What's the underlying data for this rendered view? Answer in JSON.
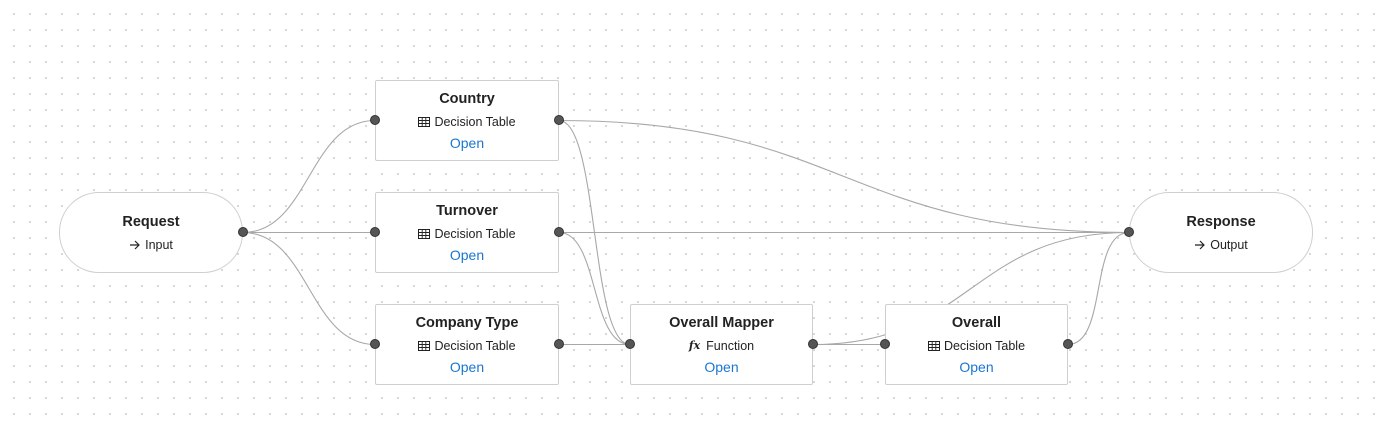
{
  "graph": {
    "nodes": [
      {
        "id": "request",
        "title": "Request",
        "kind": "Input",
        "kind_icon": "arrow-right-icon",
        "shape": "pill"
      },
      {
        "id": "country",
        "title": "Country",
        "kind": "Decision Table",
        "kind_icon": "table-icon",
        "action": "Open"
      },
      {
        "id": "turnover",
        "title": "Turnover",
        "kind": "Decision Table",
        "kind_icon": "table-icon",
        "action": "Open"
      },
      {
        "id": "company-type",
        "title": "Company Type",
        "kind": "Decision Table",
        "kind_icon": "table-icon",
        "action": "Open"
      },
      {
        "id": "overall-mapper",
        "title": "Overall Mapper",
        "kind": "Function",
        "kind_icon": "fx-icon",
        "action": "Open"
      },
      {
        "id": "overall",
        "title": "Overall",
        "kind": "Decision Table",
        "kind_icon": "table-icon",
        "action": "Open"
      },
      {
        "id": "response",
        "title": "Response",
        "kind": "Output",
        "kind_icon": "arrow-right-icon",
        "shape": "pill"
      }
    ],
    "edges": [
      {
        "from": "request",
        "to": "country"
      },
      {
        "from": "request",
        "to": "turnover"
      },
      {
        "from": "request",
        "to": "company-type"
      },
      {
        "from": "country",
        "to": "response"
      },
      {
        "from": "turnover",
        "to": "response"
      },
      {
        "from": "country",
        "to": "overall-mapper"
      },
      {
        "from": "turnover",
        "to": "overall-mapper"
      },
      {
        "from": "company-type",
        "to": "overall-mapper"
      },
      {
        "from": "overall-mapper",
        "to": "overall"
      },
      {
        "from": "overall-mapper",
        "to": "response"
      },
      {
        "from": "overall",
        "to": "response"
      }
    ],
    "colors": {
      "edge": "#a8a8a8",
      "link": "#1a76d2",
      "handle": "#555555",
      "border": "#cfcfcf"
    }
  }
}
